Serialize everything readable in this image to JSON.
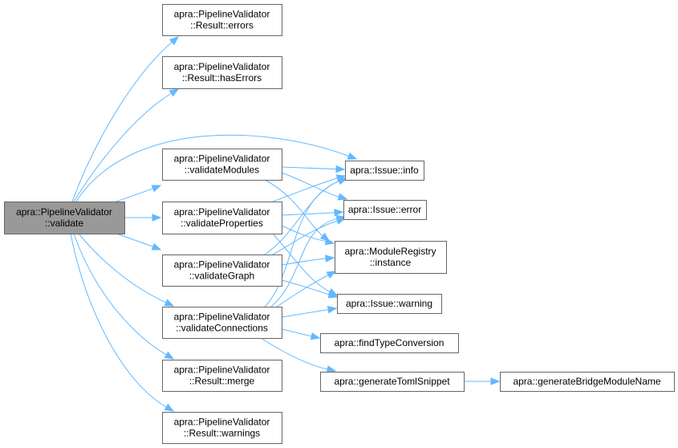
{
  "diagram": {
    "type": "call-graph",
    "edge_color": "#63b8ff",
    "node_border_color": "#666666",
    "root_fill_color": "#999999",
    "nodes": [
      {
        "id": "validate",
        "lines": [
          "apra::PipelineValidator",
          "::validate"
        ],
        "root": true
      },
      {
        "id": "errors",
        "lines": [
          "apra::PipelineValidator",
          "::Result::errors"
        ]
      },
      {
        "id": "hasErrors",
        "lines": [
          "apra::PipelineValidator",
          "::Result::hasErrors"
        ]
      },
      {
        "id": "validateModules",
        "lines": [
          "apra::PipelineValidator",
          "::validateModules"
        ]
      },
      {
        "id": "validateProperties",
        "lines": [
          "apra::PipelineValidator",
          "::validateProperties"
        ]
      },
      {
        "id": "validateGraph",
        "lines": [
          "apra::PipelineValidator",
          "::validateGraph"
        ]
      },
      {
        "id": "validateConnections",
        "lines": [
          "apra::PipelineValidator",
          "::validateConnections"
        ]
      },
      {
        "id": "merge",
        "lines": [
          "apra::PipelineValidator",
          "::Result::merge"
        ]
      },
      {
        "id": "warnings",
        "lines": [
          "apra::PipelineValidator",
          "::Result::warnings"
        ]
      },
      {
        "id": "info",
        "lines": [
          "apra::Issue::info"
        ]
      },
      {
        "id": "error",
        "lines": [
          "apra::Issue::error"
        ]
      },
      {
        "id": "instance",
        "lines": [
          "apra::ModuleRegistry",
          "::instance"
        ]
      },
      {
        "id": "warning",
        "lines": [
          "apra::Issue::warning"
        ]
      },
      {
        "id": "findTypeConversion",
        "lines": [
          "apra::findTypeConversion"
        ]
      },
      {
        "id": "generateTomlSnippet",
        "lines": [
          "apra::generateTomlSnippet"
        ]
      },
      {
        "id": "generateBridgeModuleName",
        "lines": [
          "apra::generateBridgeModuleName"
        ]
      }
    ],
    "edges": [
      [
        "validate",
        "errors"
      ],
      [
        "validate",
        "hasErrors"
      ],
      [
        "validate",
        "info"
      ],
      [
        "validate",
        "validateModules"
      ],
      [
        "validate",
        "validateProperties"
      ],
      [
        "validate",
        "validateGraph"
      ],
      [
        "validate",
        "validateConnections"
      ],
      [
        "validate",
        "merge"
      ],
      [
        "validate",
        "warnings"
      ],
      [
        "validateModules",
        "info"
      ],
      [
        "validateModules",
        "error"
      ],
      [
        "validateModules",
        "instance"
      ],
      [
        "validateProperties",
        "info"
      ],
      [
        "validateProperties",
        "error"
      ],
      [
        "validateProperties",
        "instance"
      ],
      [
        "validateProperties",
        "warning"
      ],
      [
        "validateGraph",
        "info"
      ],
      [
        "validateGraph",
        "error"
      ],
      [
        "validateGraph",
        "instance"
      ],
      [
        "validateGraph",
        "warning"
      ],
      [
        "validateConnections",
        "info"
      ],
      [
        "validateConnections",
        "error"
      ],
      [
        "validateConnections",
        "instance"
      ],
      [
        "validateConnections",
        "warning"
      ],
      [
        "validateConnections",
        "findTypeConversion"
      ],
      [
        "validateConnections",
        "generateTomlSnippet"
      ],
      [
        "generateTomlSnippet",
        "generateBridgeModuleName"
      ]
    ]
  }
}
